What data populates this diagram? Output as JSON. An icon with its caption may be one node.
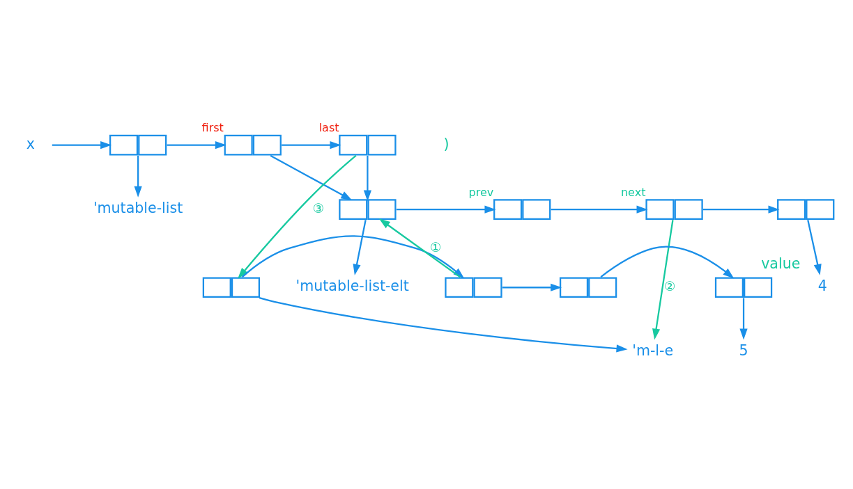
{
  "diagram": {
    "nodes": [
      {
        "text": [
          "x"
        ]
      },
      {
        "text": [],
        "shape": "box"
      },
      {
        "text": [
          "'mutable-list"
        ]
      },
      {
        "text": [],
        "shape": "box",
        "beside": [
          "first"
        ]
      },
      {
        "text": [],
        "shape": "box",
        "beside": [
          "last"
        ]
      },
      {
        "text": [],
        "shape": "box"
      },
      {
        "text": [],
        "shape": "box",
        "beside": [
          "prev"
        ]
      },
      {
        "text": [],
        "shape": "box",
        "beside": [
          "next"
        ]
      },
      {
        "text": [],
        "shape": "box"
      },
      {
        "text": [
          "'mutable-list-elt"
        ]
      },
      {
        "text": [
          "4"
        ],
        "beside": [
          "value"
        ]
      },
      {
        "text": [],
        "shape": "box"
      },
      {
        "text": [],
        "shape": "box"
      },
      {
        "text": [],
        "shape": "box"
      },
      {
        "text": [],
        "shape": "box"
      },
      {
        "text": [
          "'m-l-e"
        ]
      },
      {
        "text": [
          "5"
        ]
      }
    ],
    "edges": [
      {
        "from": 0,
        "to": 1,
        "arrow": "to"
      },
      {
        "from": 1,
        "to": 2,
        "arrow": "to"
      },
      {
        "from": 1,
        "to": 3,
        "arrow": "to"
      },
      {
        "from": 3,
        "to": 4,
        "arrow": "to"
      },
      {
        "from": 3,
        "to": 5,
        "arrow": "to"
      },
      {
        "from": 4,
        "to": 5,
        "arrow": "to"
      },
      {
        "from": 5,
        "to": 9,
        "arrow": "to"
      },
      {
        "from": 5,
        "to": 6,
        "arrow": "to"
      },
      {
        "from": 6,
        "to": 7,
        "arrow": "to"
      },
      {
        "from": 7,
        "to": 8,
        "arrow": "to"
      },
      {
        "from": 8,
        "to": 10,
        "arrow": "to"
      },
      {
        "from": 11,
        "to": 15,
        "arrow": "to"
      },
      {
        "from": 11,
        "to": 12,
        "arrow": "to"
      },
      {
        "from": 12,
        "to": 13,
        "arrow": "to"
      },
      {
        "from": 13,
        "to": 14,
        "arrow": "to"
      },
      {
        "from": 14,
        "to": 16,
        "arrow": "to"
      },
      {
        "from": 12,
        "to": 5,
        "arrow": "to",
        "label": "①",
        "color": "#17c9a0"
      },
      {
        "from": 7,
        "to": 15,
        "arrow": "to",
        "label": "②",
        "color": "#17c9a0"
      },
      {
        "from": 4,
        "to": 11,
        "arrow": "to",
        "label": "③",
        "color": "#17c9a0"
      }
    ],
    "labels": [
      ")"
    ]
  }
}
